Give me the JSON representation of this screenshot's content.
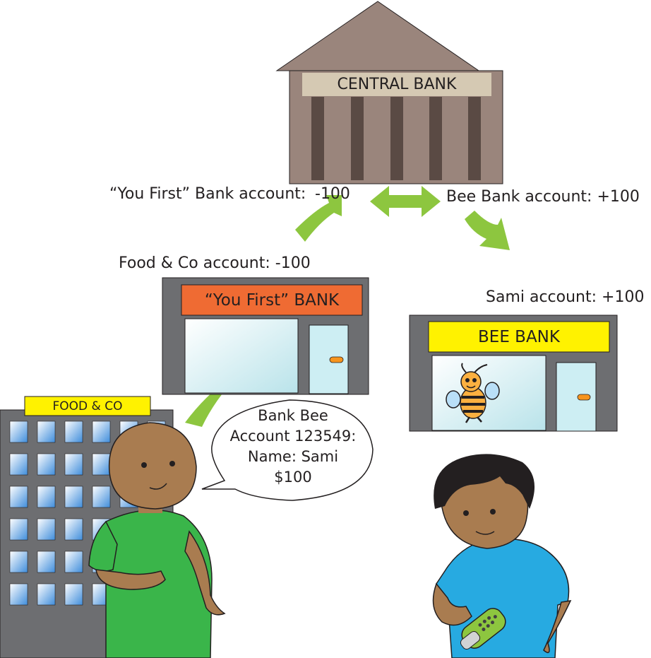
{
  "central_bank": {
    "sign": "CENTRAL BANK"
  },
  "you_first_bank": {
    "sign": "“You First” BANK",
    "central_account": "“You First” Bank account:",
    "central_amount": "-100"
  },
  "bee_bank": {
    "sign": "BEE BANK",
    "central_account": "Bee Bank account:  +100"
  },
  "food_co": {
    "sign": "FOOD & CO",
    "account": "Food & Co account: -100"
  },
  "sami": {
    "account": "Sami account: +100"
  },
  "speech_bubble": {
    "lines": [
      "Bank Bee",
      "Account 123549:",
      "Name: Sami",
      "$100"
    ]
  },
  "colors": {
    "arrow_green": "#8dc63f",
    "bank_roof": "#9a857c",
    "bank_columns": "#5a4a44",
    "bank_sign": "#d5c9b3",
    "you_first_sign": "#ef6b33",
    "bee_sign": "#fff200",
    "building_gray": "#6d6e71",
    "glass": "#cdeef3",
    "food_shirt": "#3ab54a",
    "sami_shirt": "#27aae1",
    "skin": "#a97c50"
  },
  "icons": [
    "bee-mascot-icon",
    "mobile-phone-icon",
    "speech-bubble-icon"
  ]
}
